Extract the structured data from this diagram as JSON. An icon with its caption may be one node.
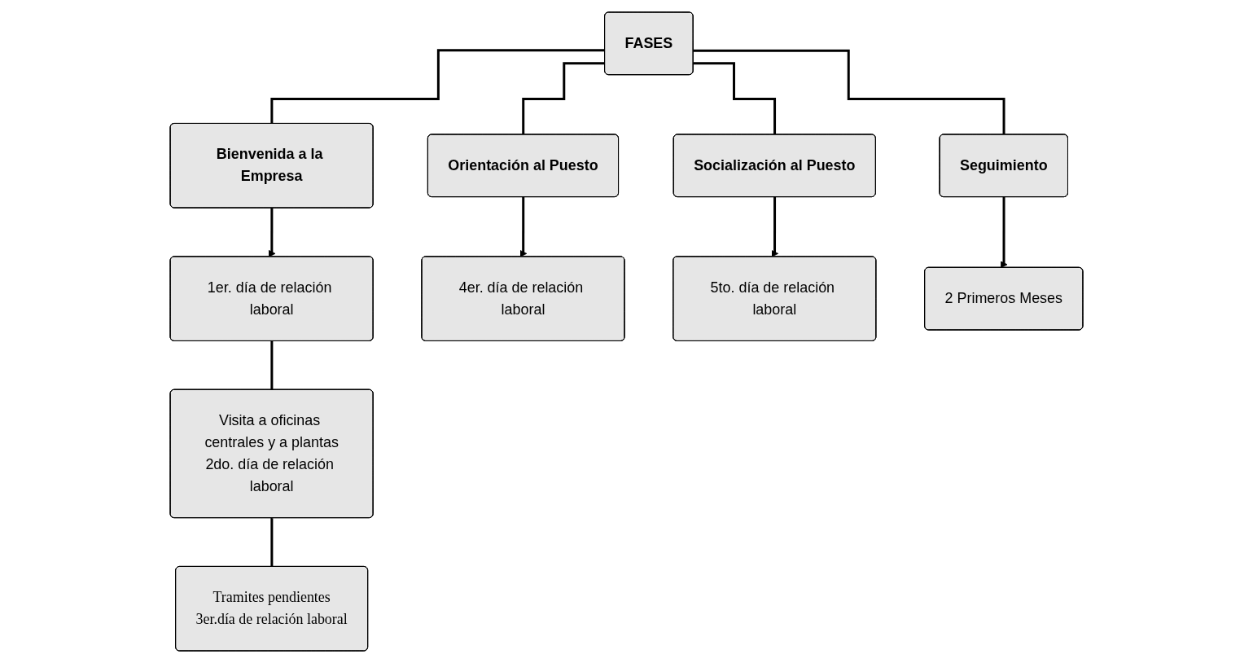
{
  "diagram": {
    "nodes": [
      {
        "text": [
          "FASES"
        ]
      },
      {
        "text": [
          "Bienvenida a la Empresa"
        ]
      },
      {
        "text": [
          "Orientación al Puesto"
        ]
      },
      {
        "text": [
          "Socialización al Puesto"
        ]
      },
      {
        "text": [
          "Seguimiento"
        ]
      },
      {
        "text": [
          "1er. día de relación laboral"
        ]
      },
      {
        "text": [
          "4er. día de relación laboral"
        ]
      },
      {
        "text": [
          "5to. día de relación laboral"
        ]
      },
      {
        "text": [
          "2 Primeros Meses"
        ]
      },
      {
        "text": [
          "Visita a oficinas centrales y a plantas",
          "2do. día de relación laboral"
        ]
      },
      {
        "text": [
          "Tramites pendientes",
          "3er.día de relación laboral"
        ]
      }
    ],
    "edges": [
      {
        "from": 0,
        "to": 1,
        "arrow": "none"
      },
      {
        "from": 0,
        "to": 2,
        "arrow": "none"
      },
      {
        "from": 0,
        "to": 3,
        "arrow": "none"
      },
      {
        "from": 0,
        "to": 4,
        "arrow": "none"
      },
      {
        "from": 1,
        "to": 5,
        "arrow": "to"
      },
      {
        "from": 2,
        "to": 6,
        "arrow": "to"
      },
      {
        "from": 3,
        "to": 7,
        "arrow": "to"
      },
      {
        "from": 4,
        "to": 8,
        "arrow": "to"
      },
      {
        "from": 5,
        "to": 9,
        "arrow": "none"
      },
      {
        "from": 9,
        "to": 10,
        "arrow": "none"
      }
    ]
  }
}
